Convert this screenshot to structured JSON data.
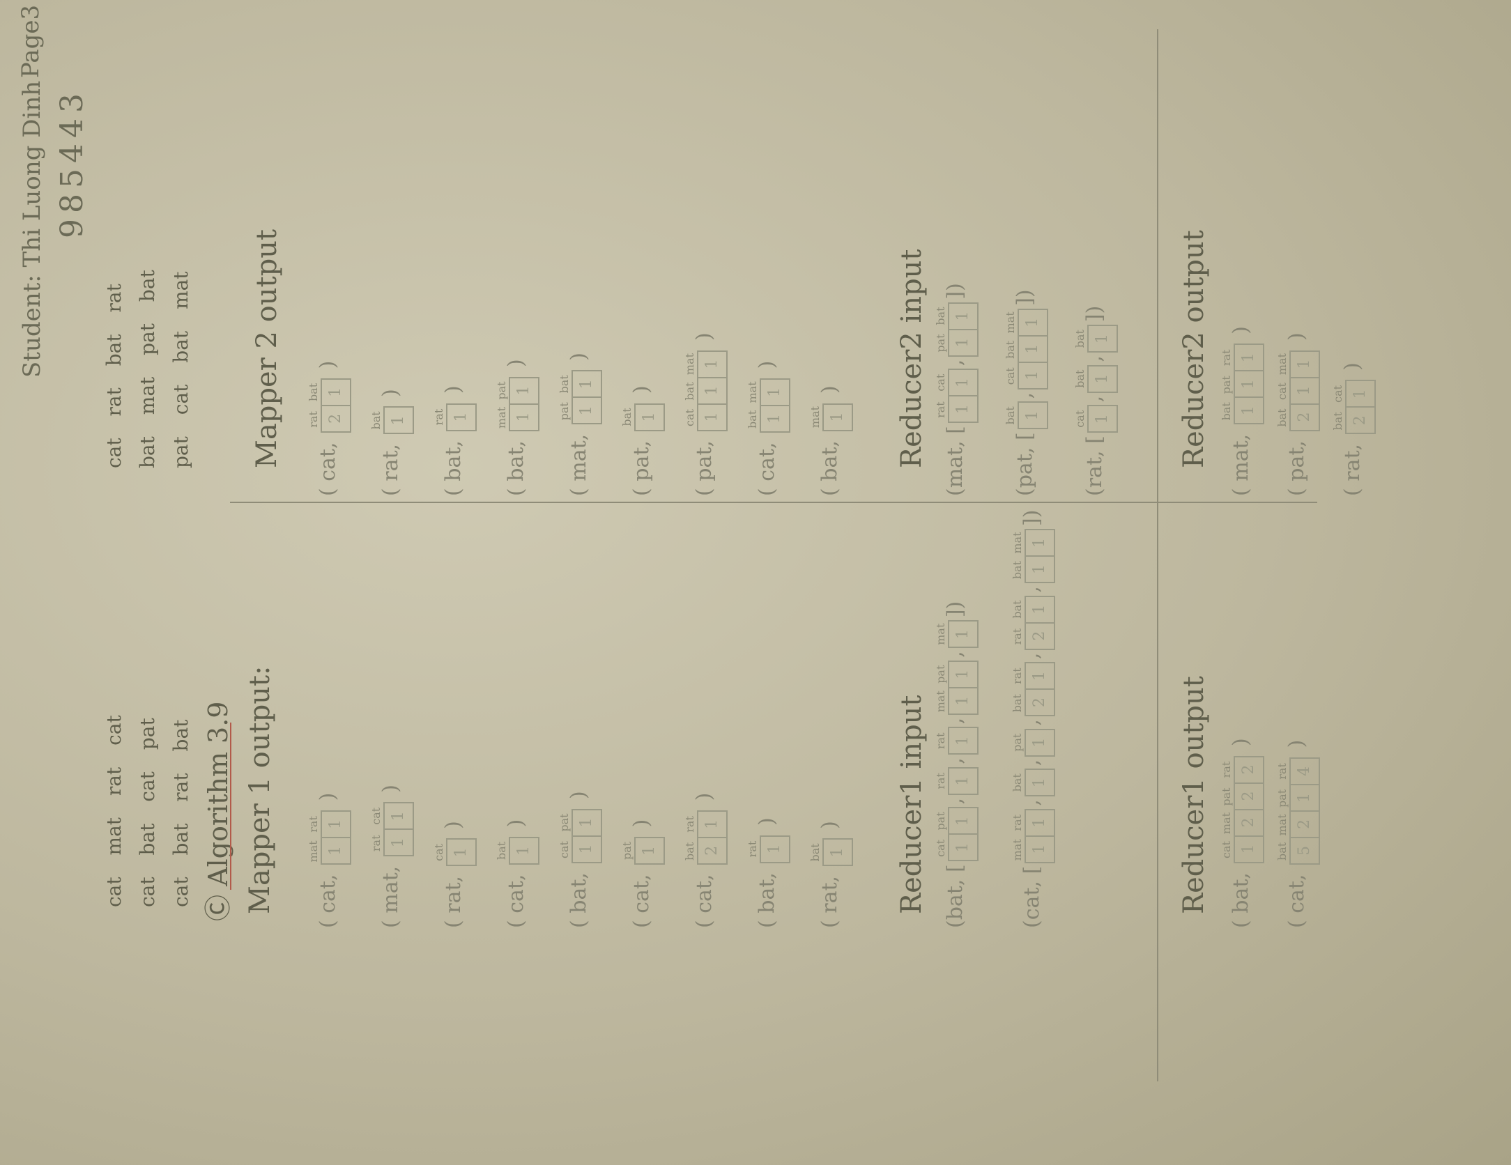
{
  "header": {
    "student": "Student: Thi Luong Dinh",
    "id": "985443",
    "page": "Page3"
  },
  "input_text": {
    "left": [
      "cat mat rat cat",
      "cat bat cat pat",
      "cat bat rat bat"
    ],
    "right": [
      "cat rat bat rat",
      "bat mat pat bat",
      "pat cat bat mat"
    ]
  },
  "algorithm": "Ⓒ Algorithm 3.9",
  "mapper1": {
    "title": "Mapper 1 output:",
    "entries": [
      {
        "key": "cat",
        "cells": [
          {
            "label": "mat",
            "value": "1"
          },
          {
            "label": "rat",
            "value": "1"
          }
        ]
      },
      {
        "key": "mat",
        "cells": [
          {
            "label": "rat",
            "value": "1"
          },
          {
            "label": "cat",
            "value": "1"
          }
        ]
      },
      {
        "key": "rat",
        "cells": [
          {
            "label": "cat",
            "value": "1"
          }
        ]
      },
      {
        "key": "cat",
        "cells": [
          {
            "label": "bat",
            "value": "1"
          }
        ]
      },
      {
        "key": "bat",
        "cells": [
          {
            "label": "cat",
            "value": "1"
          },
          {
            "label": "pat",
            "value": "1"
          }
        ]
      },
      {
        "key": "cat",
        "cells": [
          {
            "label": "pat",
            "value": "1"
          }
        ]
      },
      {
        "key": "cat",
        "cells": [
          {
            "label": "bat",
            "value": "2"
          },
          {
            "label": "rat",
            "value": "1"
          }
        ]
      },
      {
        "key": "bat",
        "cells": [
          {
            "label": "rat",
            "value": "1"
          }
        ]
      },
      {
        "key": "rat",
        "cells": [
          {
            "label": "bat",
            "value": "1"
          }
        ]
      }
    ]
  },
  "mapper2": {
    "title": "Mapper 2 output",
    "entries": [
      {
        "key": "cat",
        "cells": [
          {
            "label": "rat",
            "value": "2"
          },
          {
            "label": "bat",
            "value": "1"
          }
        ]
      },
      {
        "key": "rat",
        "cells": [
          {
            "label": "bat",
            "value": "1"
          }
        ]
      },
      {
        "key": "bat",
        "cells": [
          {
            "label": "rat",
            "value": "1"
          }
        ]
      },
      {
        "key": "bat",
        "cells": [
          {
            "label": "mat",
            "value": "1"
          },
          {
            "label": "pat",
            "value": "1"
          }
        ]
      },
      {
        "key": "mat",
        "cells": [
          {
            "label": "pat",
            "value": "1"
          },
          {
            "label": "bat",
            "value": "1"
          }
        ]
      },
      {
        "key": "pat",
        "cells": [
          {
            "label": "bat",
            "value": "1"
          }
        ]
      },
      {
        "key": "pat",
        "cells": [
          {
            "label": "cat",
            "value": "1"
          },
          {
            "label": "bat",
            "value": "1"
          },
          {
            "label": "mat",
            "value": "1"
          }
        ]
      },
      {
        "key": "cat",
        "cells": [
          {
            "label": "bat",
            "value": "1"
          },
          {
            "label": "mat",
            "value": "1"
          }
        ]
      },
      {
        "key": "bat",
        "cells": [
          {
            "label": "mat",
            "value": "1"
          }
        ]
      }
    ]
  },
  "reducer1_input": {
    "title": "Reducer1 input",
    "entries": [
      {
        "key": "bat",
        "groups": [
          [
            {
              "label": "cat",
              "value": "1"
            },
            {
              "label": "pat",
              "value": "1"
            }
          ],
          [
            {
              "label": "rat",
              "value": "1"
            }
          ],
          [
            {
              "label": "rat",
              "value": "1"
            }
          ],
          [
            {
              "label": "mat",
              "value": "1"
            },
            {
              "label": "pat",
              "value": "1"
            }
          ],
          [
            {
              "label": "mat",
              "value": "1"
            }
          ]
        ]
      },
      {
        "key": "cat",
        "groups": [
          [
            {
              "label": "mat",
              "value": "1"
            },
            {
              "label": "rat",
              "value": "1"
            }
          ],
          [
            {
              "label": "bat",
              "value": "1"
            }
          ],
          [
            {
              "label": "pat",
              "value": "1"
            }
          ],
          [
            {
              "label": "bat",
              "value": "2"
            },
            {
              "label": "rat",
              "value": "1"
            }
          ],
          [
            {
              "label": "rat",
              "value": "2"
            },
            {
              "label": "bat",
              "value": "1"
            }
          ],
          [
            {
              "label": "bat",
              "value": "1"
            },
            {
              "label": "mat",
              "value": "1"
            }
          ]
        ]
      }
    ]
  },
  "reducer2_input": {
    "title": "Reducer2 input",
    "entries": [
      {
        "key": "mat",
        "groups": [
          [
            {
              "label": "rat",
              "value": "1"
            },
            {
              "label": "cat",
              "value": "1"
            }
          ],
          [
            {
              "label": "pat",
              "value": "1"
            },
            {
              "label": "bat",
              "value": "1"
            }
          ]
        ]
      },
      {
        "key": "pat",
        "groups": [
          [
            {
              "label": "bat",
              "value": "1"
            }
          ],
          [
            {
              "label": "cat",
              "value": "1"
            },
            {
              "label": "bat",
              "value": "1"
            },
            {
              "label": "mat",
              "value": "1"
            }
          ]
        ]
      },
      {
        "key": "rat",
        "groups": [
          [
            {
              "label": "cat",
              "value": "1"
            }
          ],
          [
            {
              "label": "bat",
              "value": "1"
            }
          ],
          [
            {
              "label": "bat",
              "value": "1"
            }
          ]
        ]
      }
    ]
  },
  "reducer1_output": {
    "title": "Reducer1 output",
    "entries": [
      {
        "key": "bat",
        "cells": [
          {
            "label": "cat",
            "value": "1"
          },
          {
            "label": "mat",
            "value": "2"
          },
          {
            "label": "pat",
            "value": "2"
          },
          {
            "label": "rat",
            "value": "2"
          }
        ]
      },
      {
        "key": "cat",
        "cells": [
          {
            "label": "bat",
            "value": "5"
          },
          {
            "label": "mat",
            "value": "2"
          },
          {
            "label": "pat",
            "value": "1"
          },
          {
            "label": "rat",
            "value": "4"
          }
        ]
      }
    ]
  },
  "reducer2_output": {
    "title": "Reducer2 output",
    "entries": [
      {
        "key": "mat",
        "cells": [
          {
            "label": "bat",
            "value": "1"
          },
          {
            "label": "pat",
            "value": "1"
          },
          {
            "label": "rat",
            "value": "1"
          }
        ]
      },
      {
        "key": "pat",
        "cells": [
          {
            "label": "bat",
            "value": "2"
          },
          {
            "label": "cat",
            "value": "1"
          },
          {
            "label": "mat",
            "value": "1"
          }
        ]
      },
      {
        "key": "rat",
        "cells": [
          {
            "label": "bat",
            "value": "2"
          },
          {
            "label": "cat",
            "value": "1"
          }
        ]
      }
    ]
  }
}
